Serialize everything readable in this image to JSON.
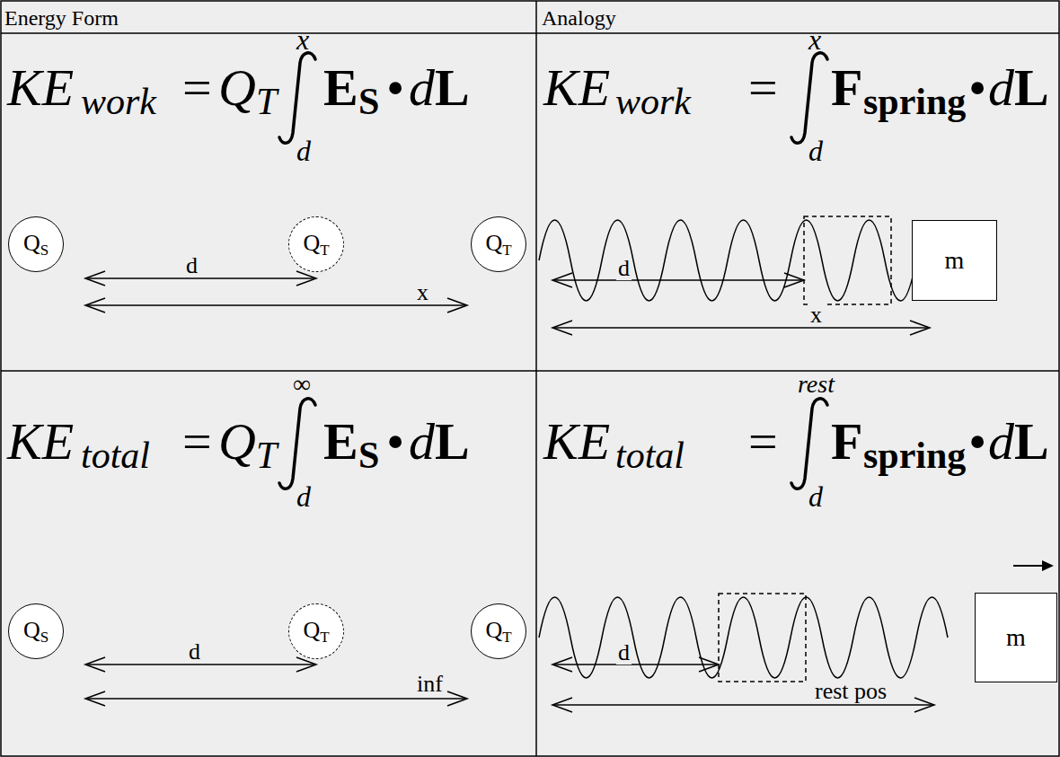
{
  "diagram": {
    "nodes": [
      {
        "text": [
          "Q",
          "S"
        ]
      },
      {
        "text": [
          "Q",
          "T"
        ]
      },
      {
        "text": [
          "Q",
          "T"
        ]
      },
      {
        "text": [
          "m"
        ]
      },
      {
        "text": [
          "Q",
          "S"
        ]
      },
      {
        "text": [
          "Q",
          "T"
        ]
      },
      {
        "text": [
          "Q",
          "T"
        ]
      },
      {
        "text": [
          "m"
        ]
      }
    ],
    "labels": [
      "Energy Form",
      "Analogy",
      "KE",
      "work",
      "=",
      "Q",
      "T",
      "x",
      "d",
      "E",
      "S",
      "•",
      "d",
      "L",
      "d",
      "x",
      "KE",
      "total",
      "=",
      "Q",
      "T",
      "∞",
      "d",
      "E",
      "S",
      "•",
      "d",
      "L",
      "d",
      "inf",
      "KE",
      "work",
      "=",
      "x",
      "d",
      "F",
      "spring",
      "•",
      "d",
      "L",
      "d",
      "x",
      "KE",
      "total",
      "=",
      "rest",
      "d",
      "F",
      "spring",
      "•",
      "d",
      "L",
      "d",
      "rest pos"
    ]
  }
}
